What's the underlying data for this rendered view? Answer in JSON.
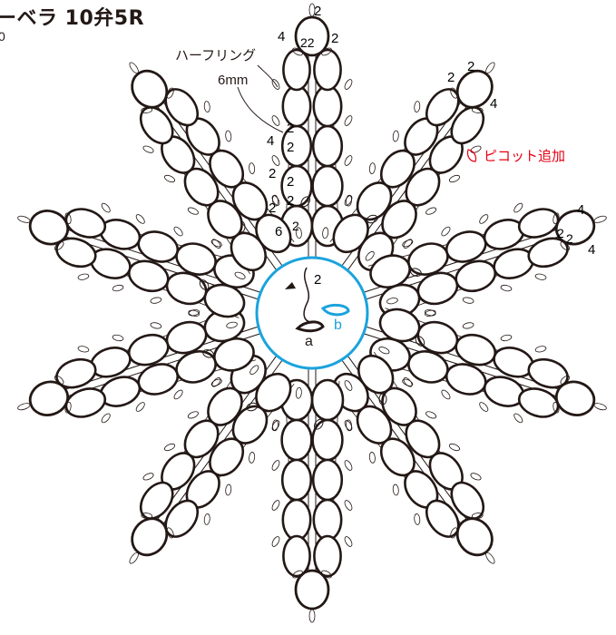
{
  "header": {
    "title": "ーベラ 10弁5R",
    "subtitle": "0"
  },
  "diagram": {
    "flower_petal_count": 10,
    "center_ring_color": "#1aa3dc",
    "line_color": "#231815",
    "note_color": "#e60012",
    "labels": {
      "half_ring": "ハーフリング",
      "half_ring_size": "6mm",
      "picot_add": "ピコット追加",
      "start_a": "a",
      "start_b": "b"
    },
    "counts": {
      "top_ring": [
        "2",
        "4",
        "22",
        "2"
      ],
      "top_chain": [
        "4",
        "2",
        "2",
        "2",
        "2",
        "2",
        "2",
        "6",
        "2",
        "2"
      ],
      "upper_right_ring": [
        "2",
        "2",
        "4"
      ],
      "right_ring": [
        "4",
        "2",
        "2",
        "4"
      ]
    }
  }
}
